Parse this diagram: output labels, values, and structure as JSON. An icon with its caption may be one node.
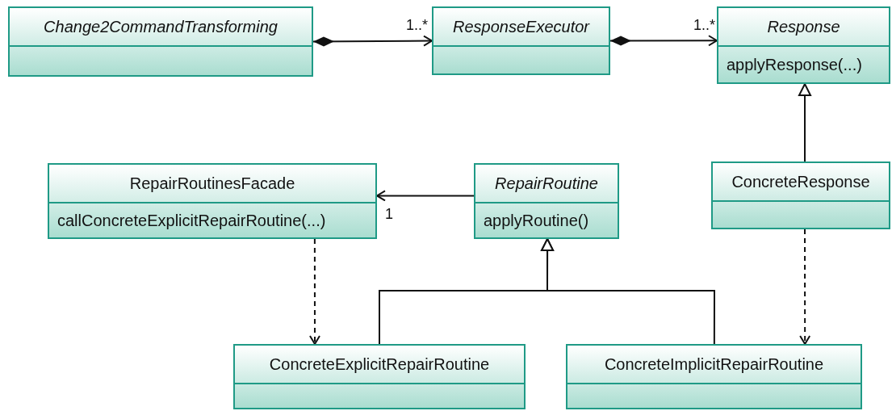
{
  "diagram": {
    "nodes": [
      {
        "text": [
          "Change2CommandTransforming"
        ]
      },
      {
        "text": [
          "ResponseExecutor"
        ]
      },
      {
        "text": [
          "Response",
          "applyResponse(...)"
        ]
      },
      {
        "text": [
          "RepairRoutinesFacade",
          "callConcreteExplicitRepairRoutine(...)"
        ]
      },
      {
        "text": [
          "RepairRoutine",
          "applyRoutine()"
        ]
      },
      {
        "text": [
          "ConcreteResponse"
        ]
      },
      {
        "text": [
          "ConcreteExplicitRepairRoutine"
        ]
      },
      {
        "text": [
          "ConcreteImplicitRepairRoutine"
        ]
      }
    ],
    "edges": [
      {
        "from": 0,
        "to": 1,
        "arrow": "to",
        "label": "1..*"
      },
      {
        "from": 1,
        "to": 2,
        "arrow": "to",
        "label": "1..*"
      },
      {
        "from": 5,
        "to": 2,
        "arrow": "to"
      },
      {
        "from": 4,
        "to": 3,
        "arrow": "to",
        "label": "1"
      },
      {
        "from": 3,
        "to": 6,
        "arrow": "to",
        "style": "dashed"
      },
      {
        "from": 6,
        "to": 4,
        "arrow": "to"
      },
      {
        "from": 7,
        "to": 4,
        "arrow": "to"
      },
      {
        "from": 5,
        "to": 7,
        "arrow": "to",
        "style": "dashed"
      }
    ]
  }
}
